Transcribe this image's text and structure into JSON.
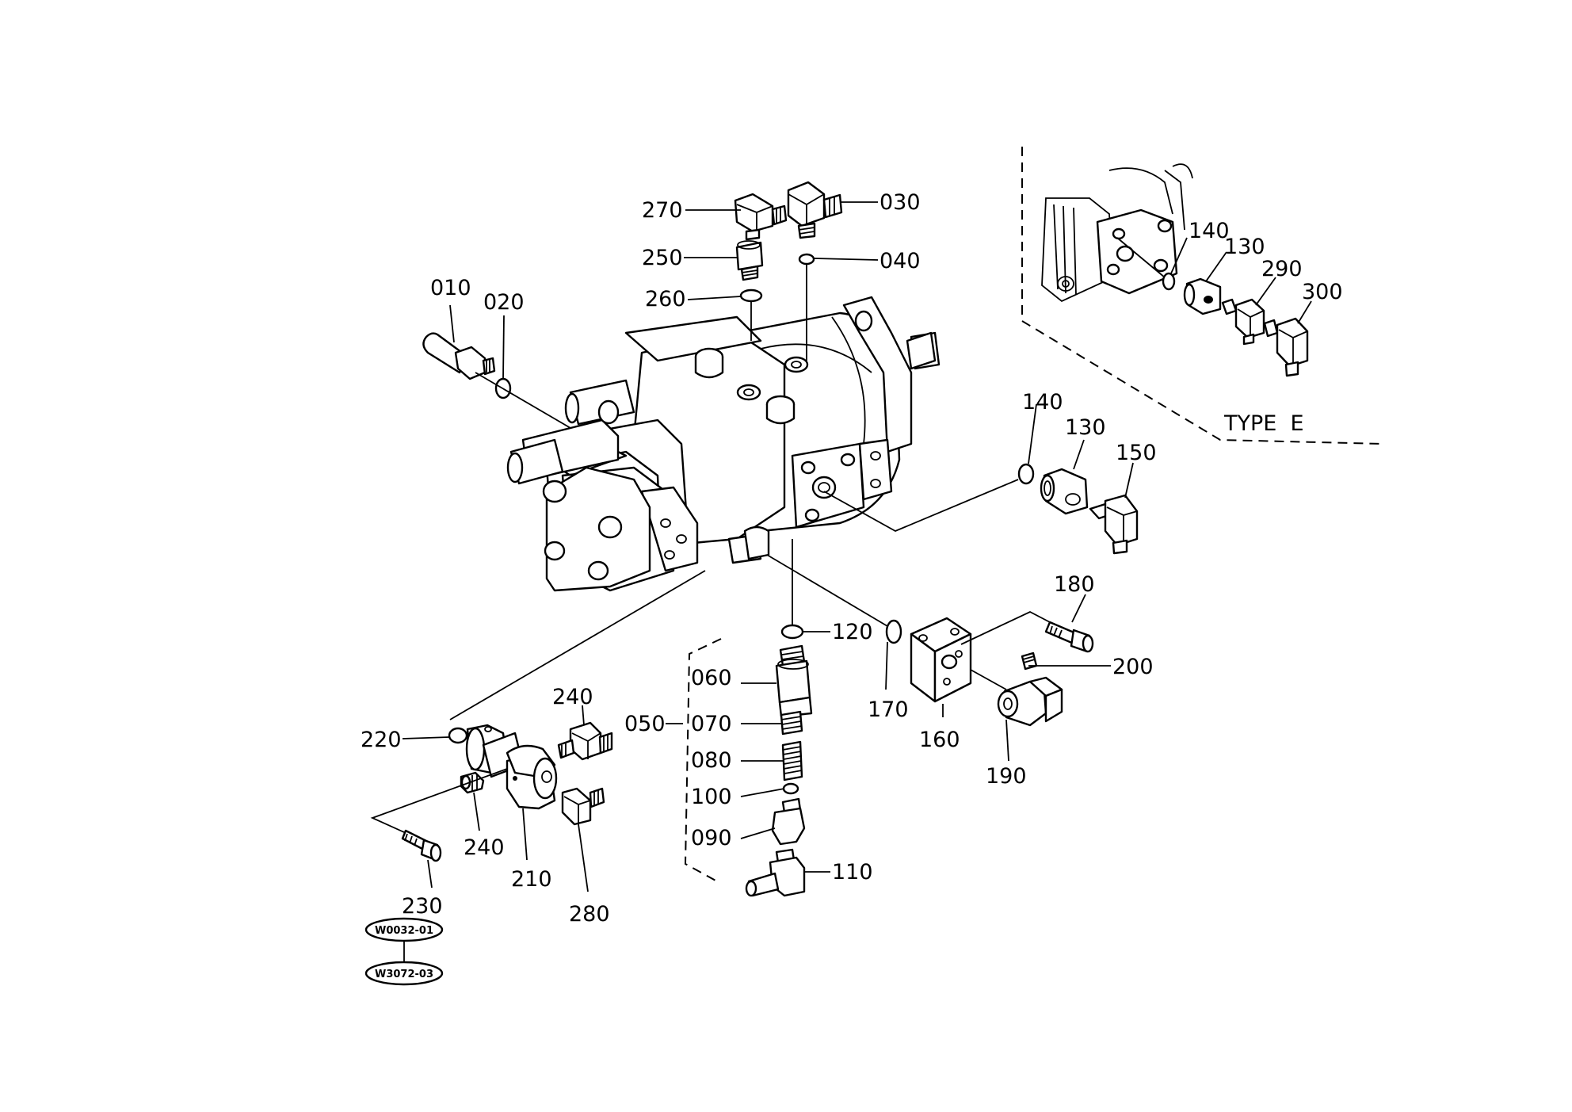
{
  "labels": {
    "p010": "010",
    "p020": "020",
    "p030": "030",
    "p040": "040",
    "p050": "050",
    "p060": "060",
    "p070": "070",
    "p080": "080",
    "p090": "090",
    "p100": "100",
    "p110": "110",
    "p120": "120",
    "p130": "130",
    "p140": "140",
    "p150": "150",
    "p160": "160",
    "p170": "170",
    "p180": "180",
    "p190": "190",
    "p200": "200",
    "p210": "210",
    "p220": "220",
    "p230": "230",
    "p240a": "240",
    "p240b": "240",
    "p250": "250",
    "p260": "260",
    "p270": "270",
    "p280": "280",
    "inset_p140": "140",
    "inset_p130": "130",
    "inset_p290": "290",
    "inset_p300": "300",
    "type_e": "TYPE  E"
  },
  "references": {
    "ref1": "W0032-01",
    "ref2": "W3072-03"
  }
}
